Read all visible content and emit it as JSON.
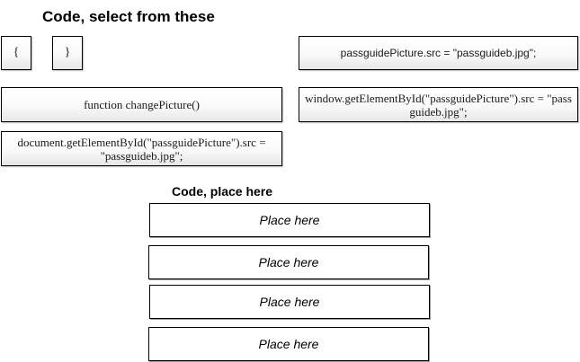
{
  "headings": {
    "select": "Code, select from these",
    "place": "Code, place here"
  },
  "code_options": [
    {
      "id": "open-brace",
      "text": "{"
    },
    {
      "id": "close-brace",
      "text": "}"
    },
    {
      "id": "assign-src",
      "text": "passguidePicture.src = \"passguideb.jpg\";"
    },
    {
      "id": "function-decl",
      "text": "function changePicture()"
    },
    {
      "id": "window-getelement",
      "text": "window.getElementById(\"passguidePicture\").src = \"passguideb.jpg\";"
    },
    {
      "id": "document-getelement",
      "text": "document.getElementById(\"passguidePicture\").src = \"passguideb.jpg\";"
    }
  ],
  "drop_targets": [
    {
      "label": "Place here"
    },
    {
      "label": "Place here"
    },
    {
      "label": "Place here"
    },
    {
      "label": "Place here"
    }
  ]
}
